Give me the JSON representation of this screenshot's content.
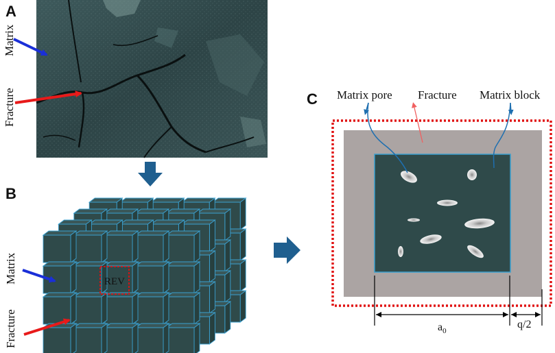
{
  "panels": {
    "a": {
      "label": "A",
      "matrix_label": "Matrix",
      "fracture_label": "Fracture"
    },
    "b": {
      "label": "B",
      "matrix_label": "Matrix",
      "fracture_label": "Fracture",
      "rev_label": "REV"
    },
    "c": {
      "label": "C",
      "matrix_pore_label": "Matrix pore",
      "fracture_label": "Fracture",
      "matrix_block_label": "Matrix block",
      "dim_a0": "a",
      "dim_a0_sub": "0",
      "dim_q2": "q/2"
    }
  },
  "colors": {
    "matrix_block": "#2f4a4a",
    "block_edge": "#3aa0d0",
    "fracture_zone": "#aba4a3",
    "rev_border": "#e01010",
    "arrow_blue": "#1a2fd8",
    "arrow_red": "#e81a1a",
    "flow_arrow": "#1f5f8f"
  }
}
